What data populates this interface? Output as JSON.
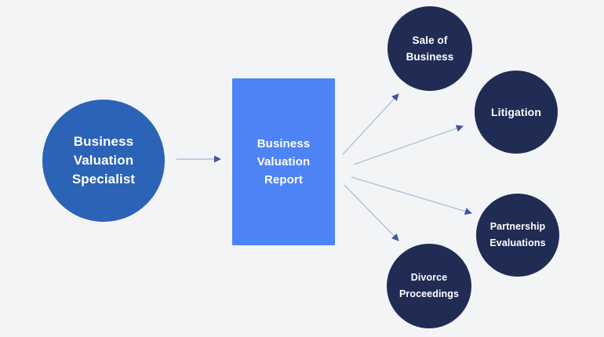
{
  "diagram": {
    "background_color": "#f3f4f6",
    "specialist_node": {
      "label": "Business Valuation Specialist",
      "fill": "#2b63b6",
      "text_color": "#ffffff"
    },
    "report_node": {
      "label": "Business Valuation Report",
      "fill": "#4d83f4",
      "text_color": "#ffffff"
    },
    "outcome_fill": "#212c55",
    "outcome_text_color": "#ffffff",
    "outcomes": [
      {
        "label": "Sale of Business"
      },
      {
        "label": "Litigation"
      },
      {
        "label": "Partnership Evaluations"
      },
      {
        "label": "Divorce Proceedings"
      }
    ],
    "connector": {
      "line_color": "#b8bfd8",
      "arrowhead_color": "#3f53a6"
    }
  }
}
